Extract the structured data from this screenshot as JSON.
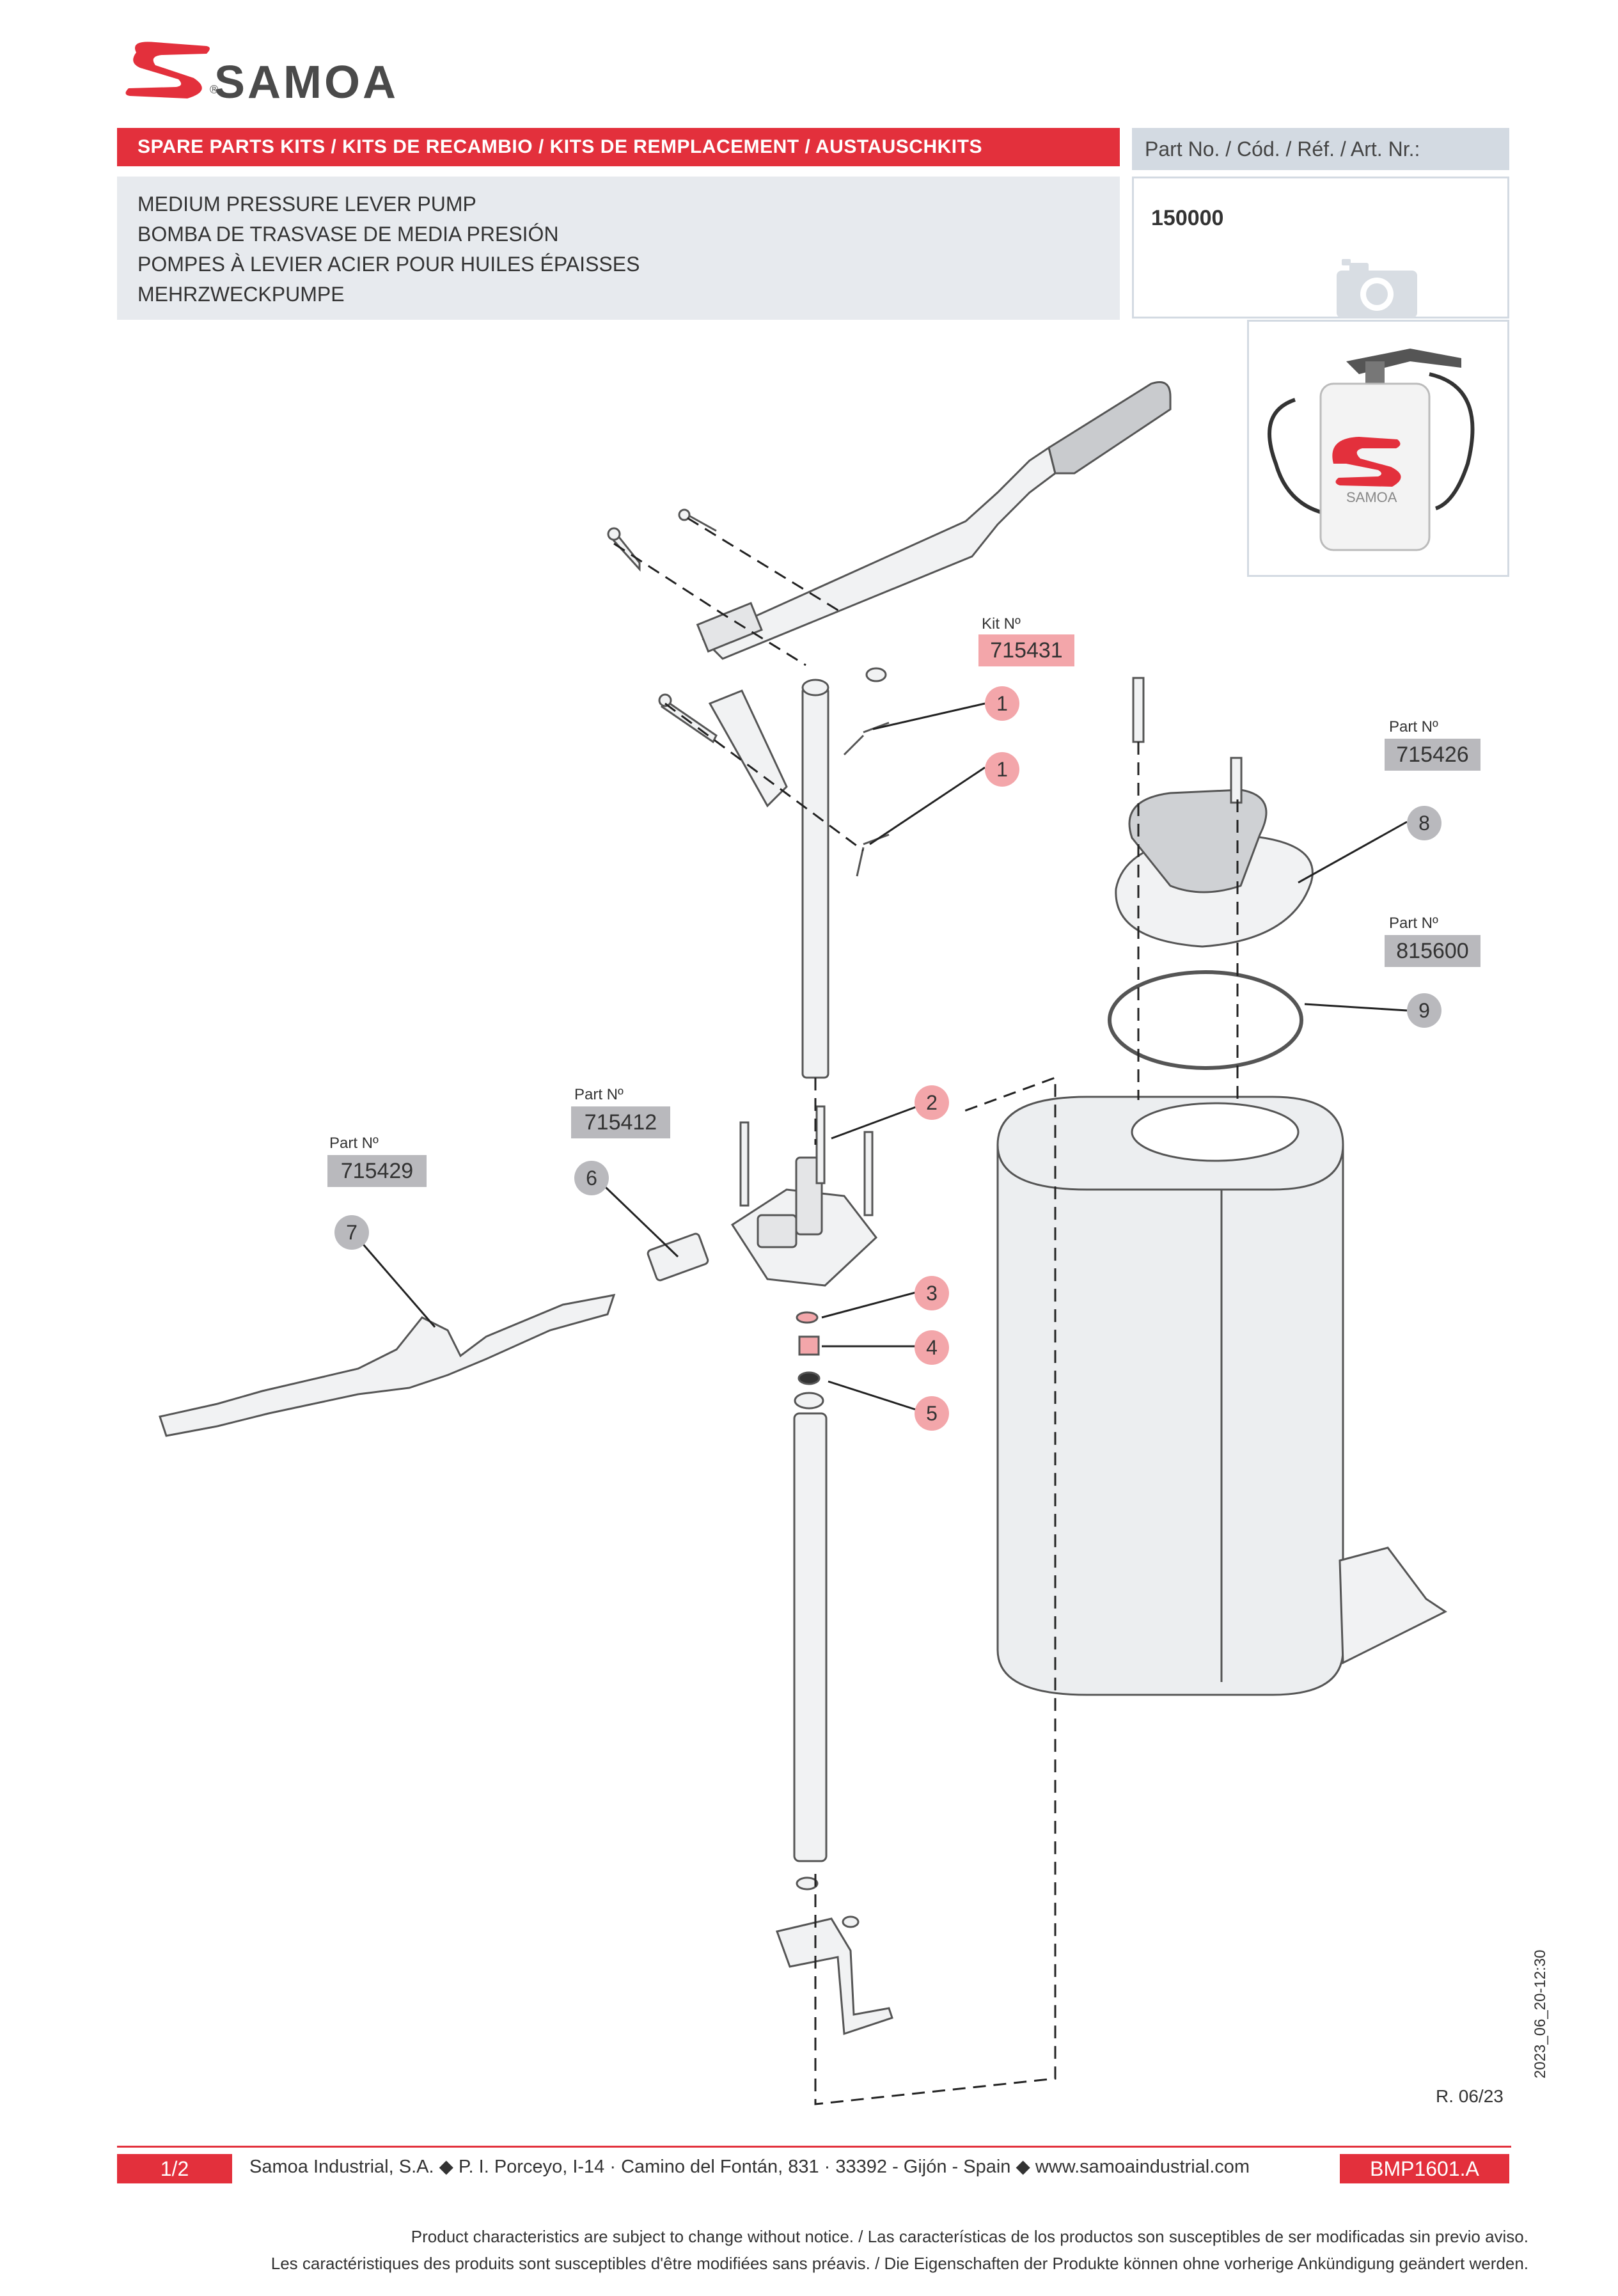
{
  "brand": {
    "name": "SAMOA",
    "registered_mark": "®",
    "color": "#e3303c"
  },
  "header": {
    "banner": "SPARE PARTS KITS / KITS DE RECAMBIO / KITS DE REMPLACEMENT / AUSTAUSCHKITS",
    "part_no_label": "Part No. / Cód. / Réf. / Art. Nr.:",
    "part_no_value": "150000",
    "product_names": [
      "MEDIUM PRESSURE LEVER PUMP",
      "BOMBA DE TRASVASE DE MEDIA PRESIÓN",
      "POMPES À LEVIER ACIER POUR HUILES ÉPAISSES",
      "MEHRZWECKPUMPE"
    ]
  },
  "callouts": [
    {
      "num": "1",
      "style": "pink"
    },
    {
      "num": "1",
      "style": "pink"
    },
    {
      "num": "2",
      "style": "pink"
    },
    {
      "num": "3",
      "style": "pink"
    },
    {
      "num": "4",
      "style": "pink"
    },
    {
      "num": "5",
      "style": "pink"
    },
    {
      "num": "6",
      "style": "gray"
    },
    {
      "num": "7",
      "style": "gray"
    },
    {
      "num": "8",
      "style": "gray"
    },
    {
      "num": "9",
      "style": "gray"
    }
  ],
  "part_refs": [
    {
      "label": "Kit Nº",
      "value": "715431",
      "style": "pink"
    },
    {
      "label": "Part Nº",
      "value": "715426",
      "style": "gray"
    },
    {
      "label": "Part Nº",
      "value": "815600",
      "style": "gray"
    },
    {
      "label": "Part Nº",
      "value": "715412",
      "style": "gray"
    },
    {
      "label": "Part Nº",
      "value": "715429",
      "style": "gray"
    }
  ],
  "footer": {
    "page": "1/2",
    "company_line": "Samoa Industrial, S.A.  ◆   P. I. Porceyo,  I-14 · Camino del Fontán, 831 · 33392 - Gijón - Spain   ◆  www.samoaindustrial.com",
    "doc_code": "BMP1601.A",
    "revision": "R. 06/23",
    "timestamp": "2023_06_20-12:30",
    "disclaimer_1": "Product characteristics are subject to change without notice. / Las características de los productos son susceptibles de ser modificadas sin previo aviso.",
    "disclaimer_2": "Les caractéristiques des produits sont susceptibles d'être modifiées sans préavis. / Die Eigenschaften der Produkte können ohne vorherige Ankündigung geändert werden."
  }
}
